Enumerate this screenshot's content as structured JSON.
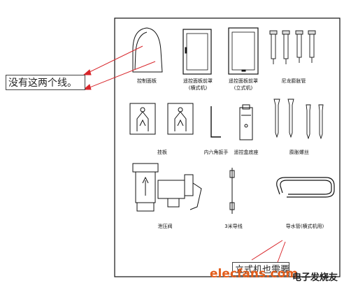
{
  "annotations": {
    "top_note": "没有这两个线。",
    "bottom_note": "立式机也需要"
  },
  "labels": {
    "control_panel": "控制面板",
    "front_cover_horizontal_l1": "遥控面板前罩",
    "front_cover_horizontal_l2": "(横式机)",
    "front_cover_vertical_l1": "遥控面板前罩",
    "front_cover_vertical_l2": "(立式机)",
    "nylon_anchor": "尼龙膨胀管",
    "hanger_plate": "挂板",
    "hex_wrench": "内六角扳手",
    "remote_box": "遥控盒底座",
    "expansion_screw": "膨胀螺丝",
    "relief_valve": "泄压阀",
    "wire_3m": "3米导线",
    "water_pipe": "导水管(横式机用)"
  },
  "watermark": {
    "brand": "elecfans.com",
    "chinese": "电子发烧友"
  },
  "colors": {
    "annotation_red": "#d8262b",
    "ink": "#111111",
    "brand_orange": "#e35d1b"
  }
}
